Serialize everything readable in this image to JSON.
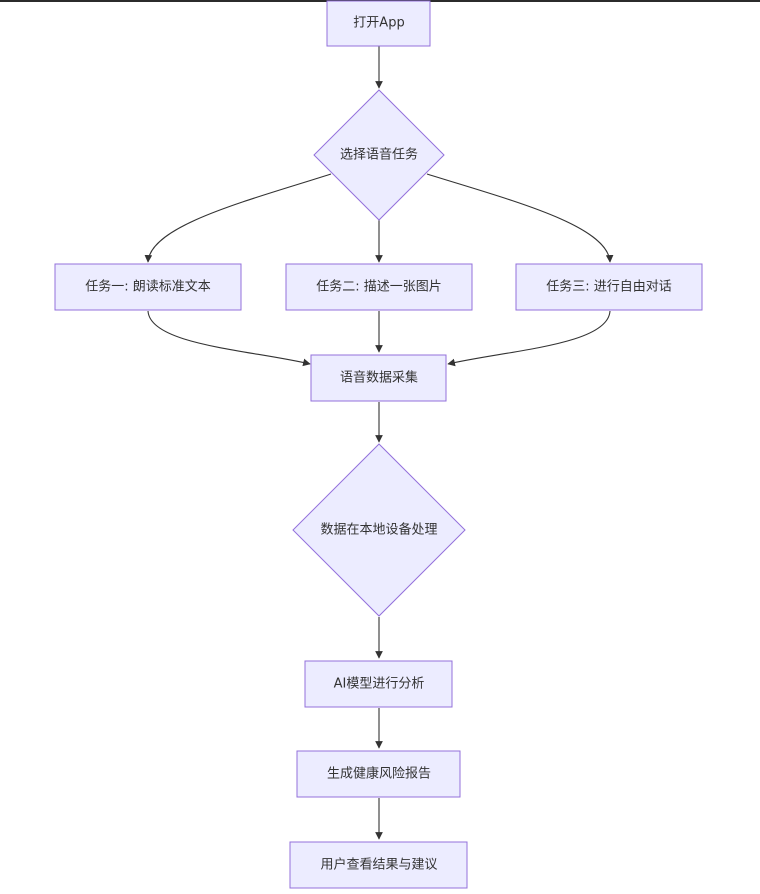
{
  "colors": {
    "node_fill": "#ececff",
    "node_stroke": "#9370db",
    "edge": "#333333",
    "text": "#333333"
  },
  "nodes": {
    "open_app": "打开App",
    "choose_task": "选择语音任务",
    "task1": "任务一: 朗读标准文本",
    "task2": "任务二: 描述一张图片",
    "task3": "任务三: 进行自由对话",
    "collect": "语音数据采集",
    "local_process": "数据在本地设备处理",
    "ai_analysis": "AI模型进行分析",
    "report": "生成健康风险报告",
    "view_result": "用户查看结果与建议"
  }
}
